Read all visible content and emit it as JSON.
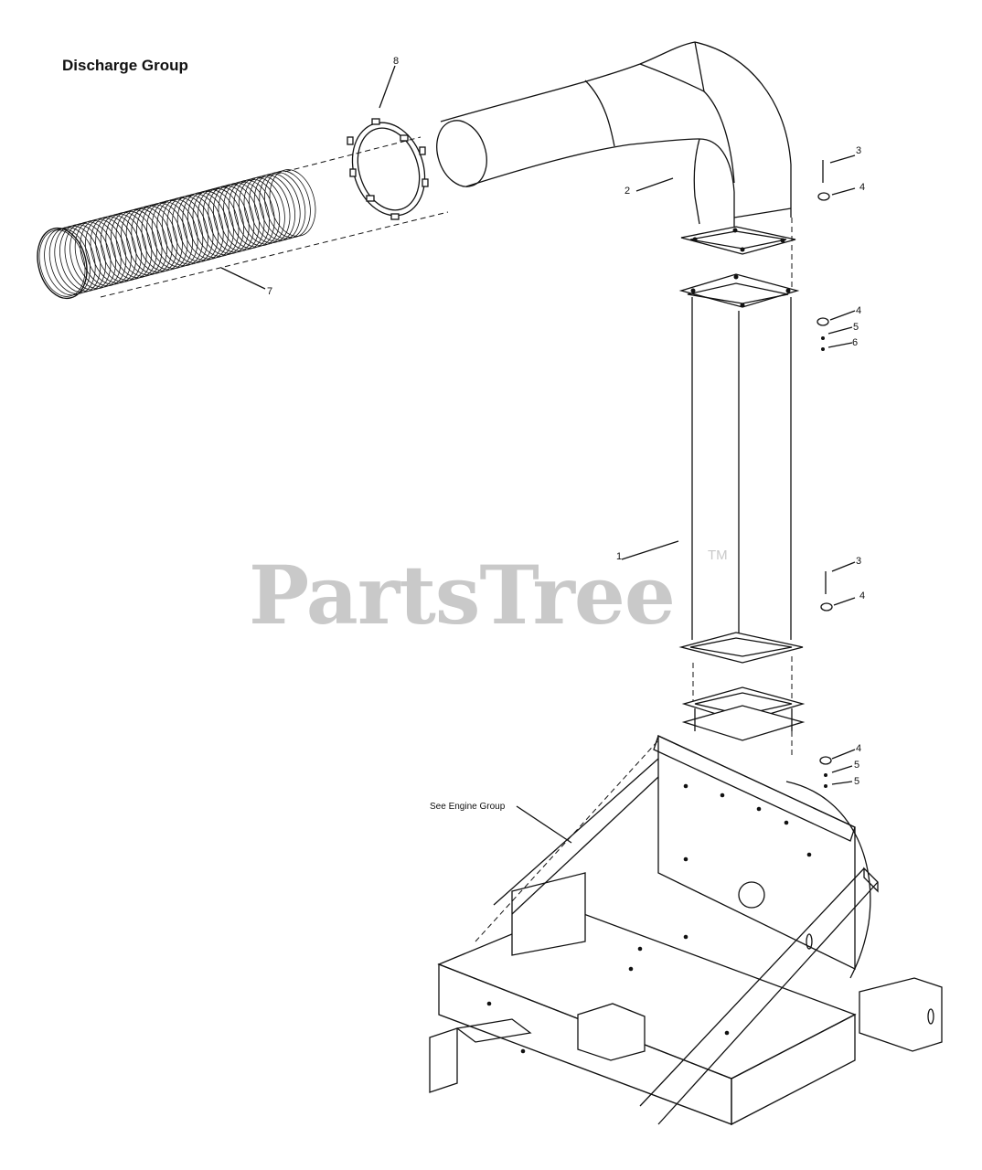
{
  "title": "Discharge Group",
  "watermark": {
    "text": "PartsTree",
    "trademark": "TM"
  },
  "callouts": {
    "c1": "1",
    "c2": "2",
    "c3a": "3",
    "c4a": "4",
    "c4b": "4",
    "c5a": "5",
    "c6a": "6",
    "c7": "7",
    "c8": "8",
    "c3b": "3",
    "c4c": "4",
    "c4d": "4",
    "c5b": "5",
    "c5c": "5"
  },
  "reference_label": "See Engine Group",
  "colors": {
    "line": "#111111",
    "watermark": "#c9c9c9",
    "background": "#ffffff"
  }
}
